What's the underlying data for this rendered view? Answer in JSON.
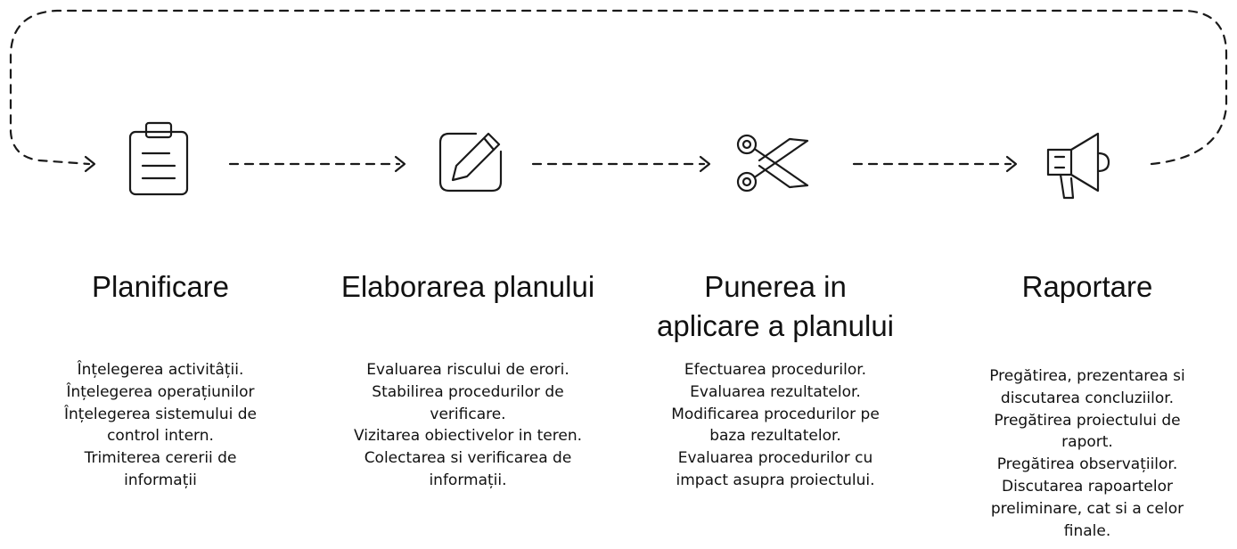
{
  "stages": [
    {
      "title": "Planificare",
      "icon": "clipboard-icon",
      "lines": [
        "Înțelegerea activitâții.",
        "Înțelegerea operațiunilor",
        "Înțelegerea sistemului de",
        "control intern.",
        "Trimiterea cererii de",
        "informații"
      ]
    },
    {
      "title": "Elaborarea planului",
      "icon": "edit-pencil-icon",
      "lines": [
        "Evaluarea riscului de erori.",
        "Stabilirea procedurilor de",
        "verificare.",
        "Vizitarea obiectivelor in teren.",
        "Colectarea si verificarea de",
        "informații."
      ]
    },
    {
      "title": "Punerea in\naplicare a planului",
      "icon": "scissors-icon",
      "lines": [
        "Efectuarea procedurilor.",
        "Evaluarea rezultatelor.",
        "Modificarea procedurilor pe",
        "baza rezultatelor.",
        "Evaluarea procedurilor cu",
        "impact asupra proiectului."
      ]
    },
    {
      "title": "Raportare",
      "icon": "megaphone-icon",
      "lines": [
        "Pregătirea, prezentarea si",
        "discutarea concluziilor.",
        "Pregătirea proiectului de",
        "raport.",
        "Pregătirea observațiilor.",
        "Discutarea rapoartelor",
        "preliminare, cat si a celor",
        "finale."
      ]
    }
  ]
}
